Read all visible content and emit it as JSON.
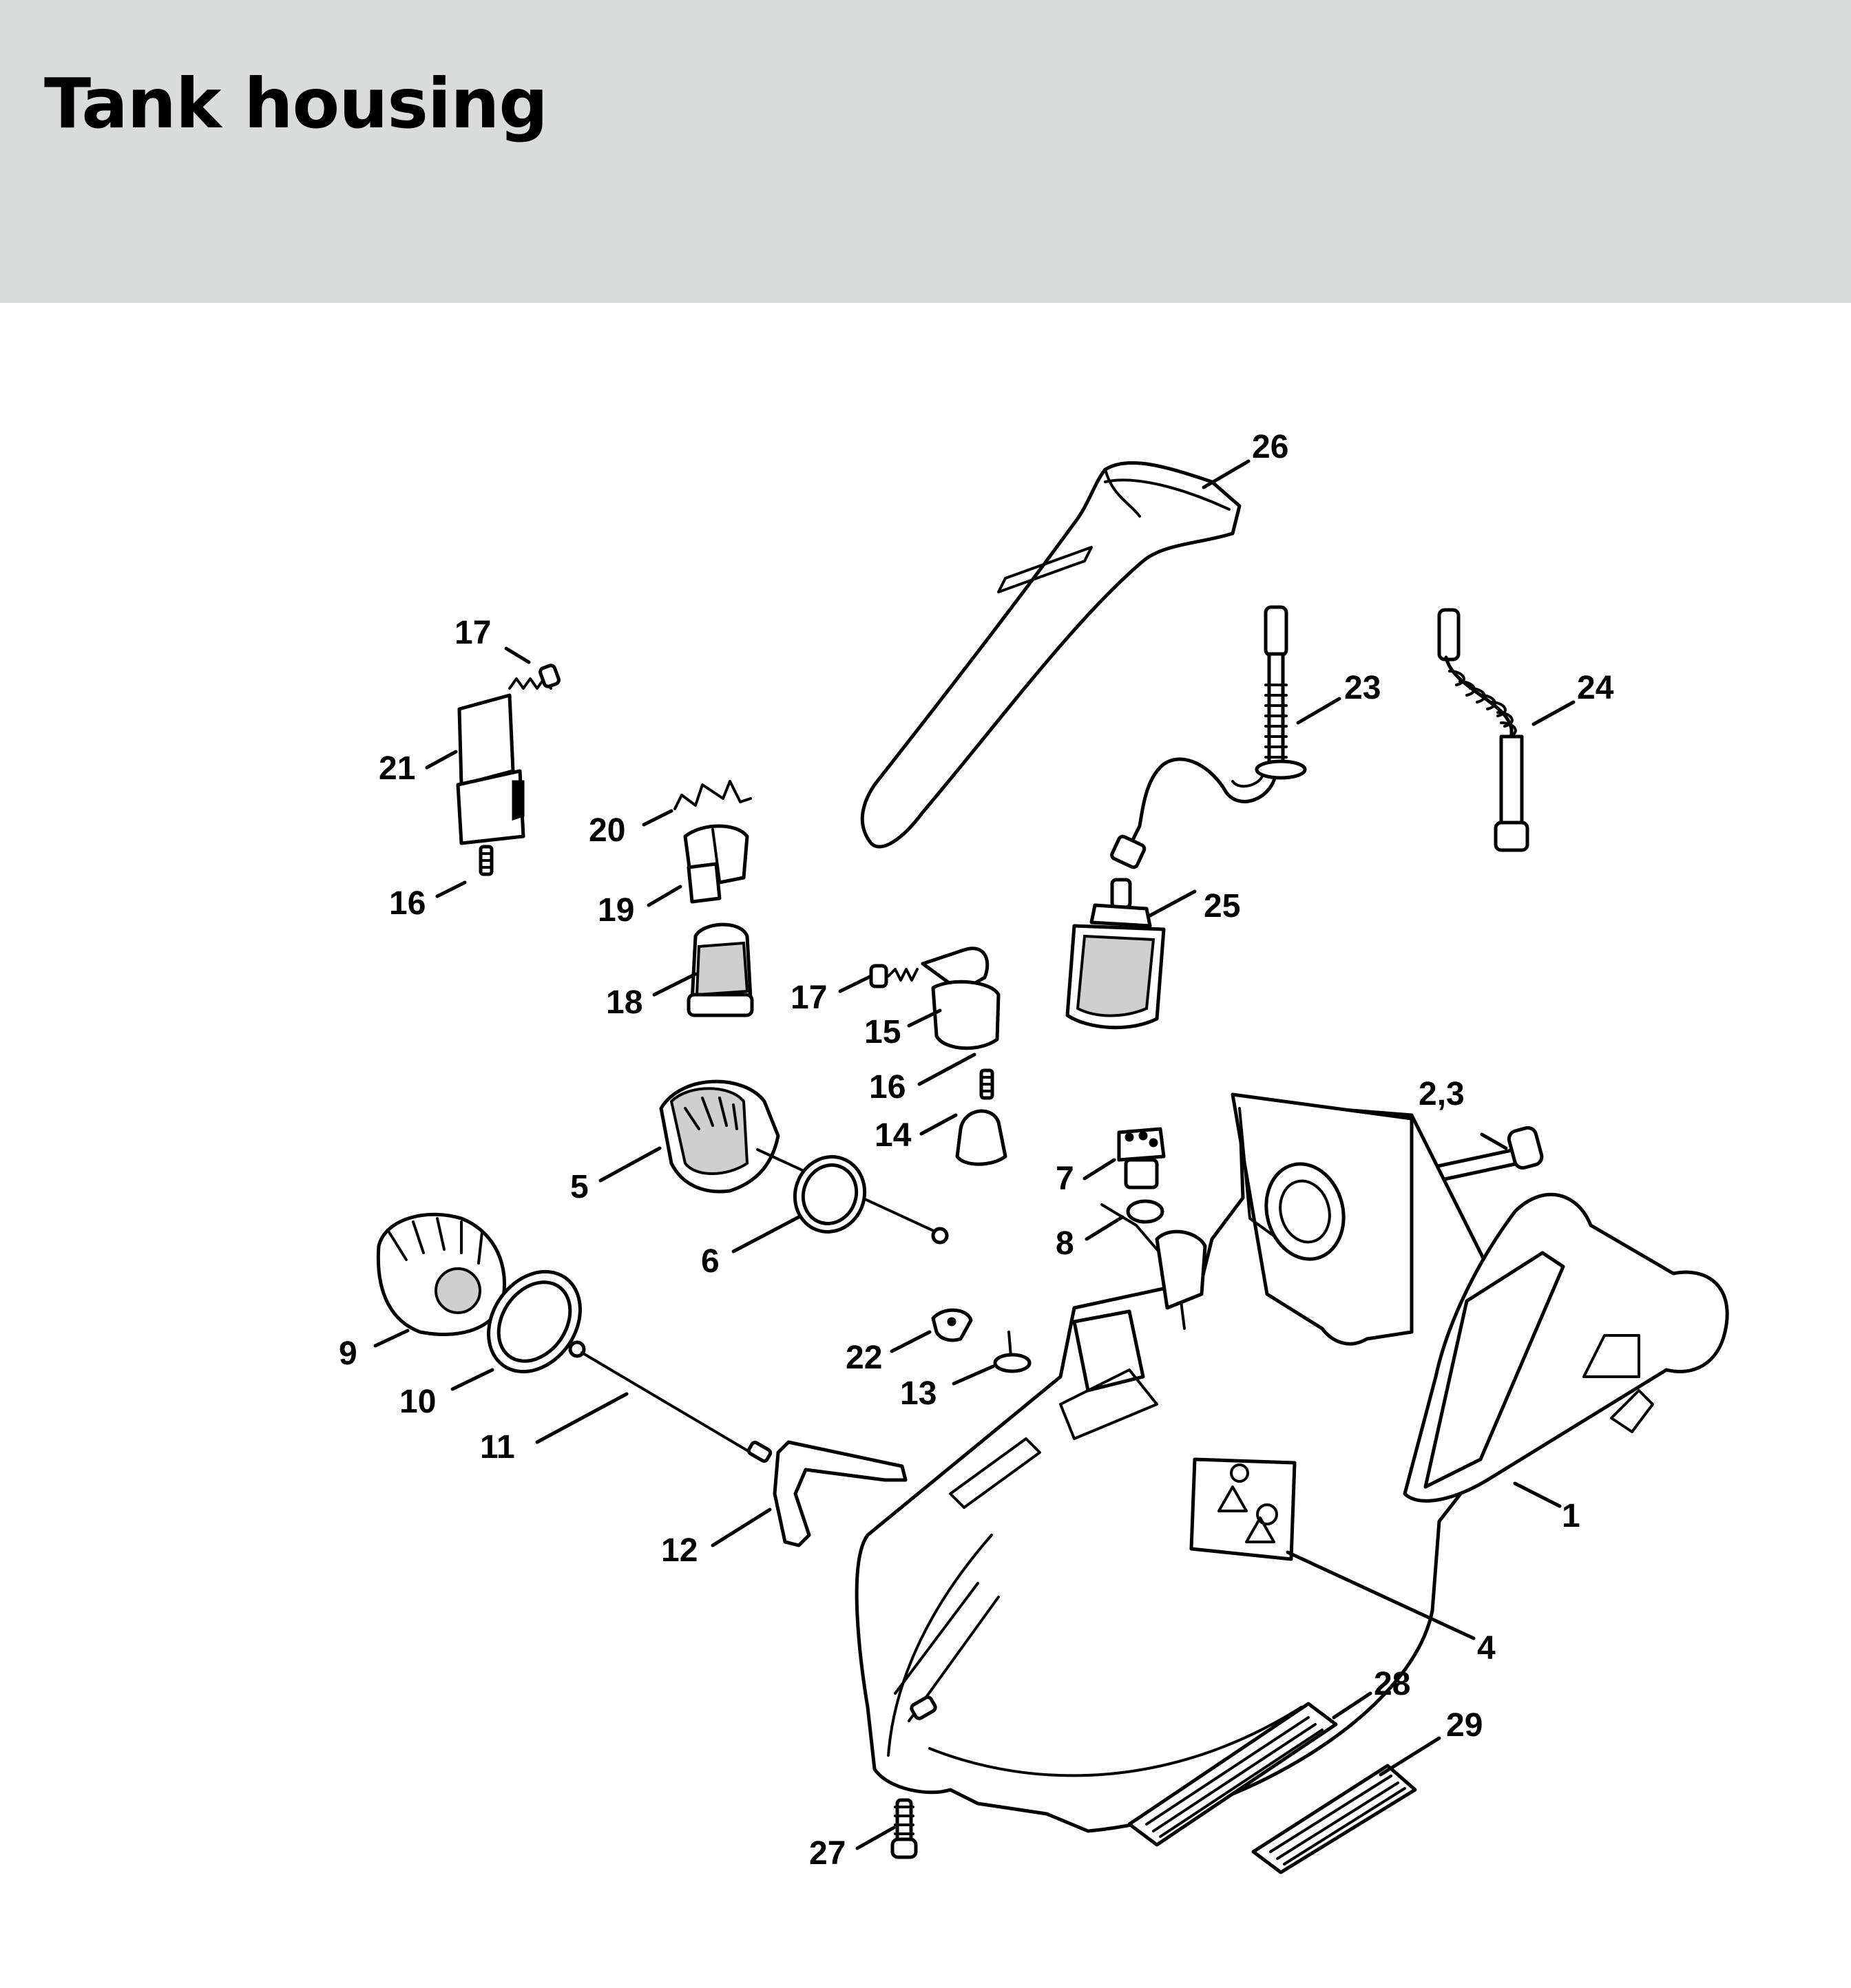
{
  "header": {
    "title": "Tank housing",
    "background": "#dadcdb"
  },
  "callouts": [
    "1",
    "2,3",
    "4",
    "5",
    "6",
    "7",
    "8",
    "9",
    "10",
    "11",
    "12",
    "13",
    "14",
    "15",
    "16",
    "17",
    "18",
    "19",
    "20",
    "21",
    "16",
    "17",
    "22",
    "23",
    "24",
    "25",
    "26",
    "27",
    "28",
    "29"
  ]
}
